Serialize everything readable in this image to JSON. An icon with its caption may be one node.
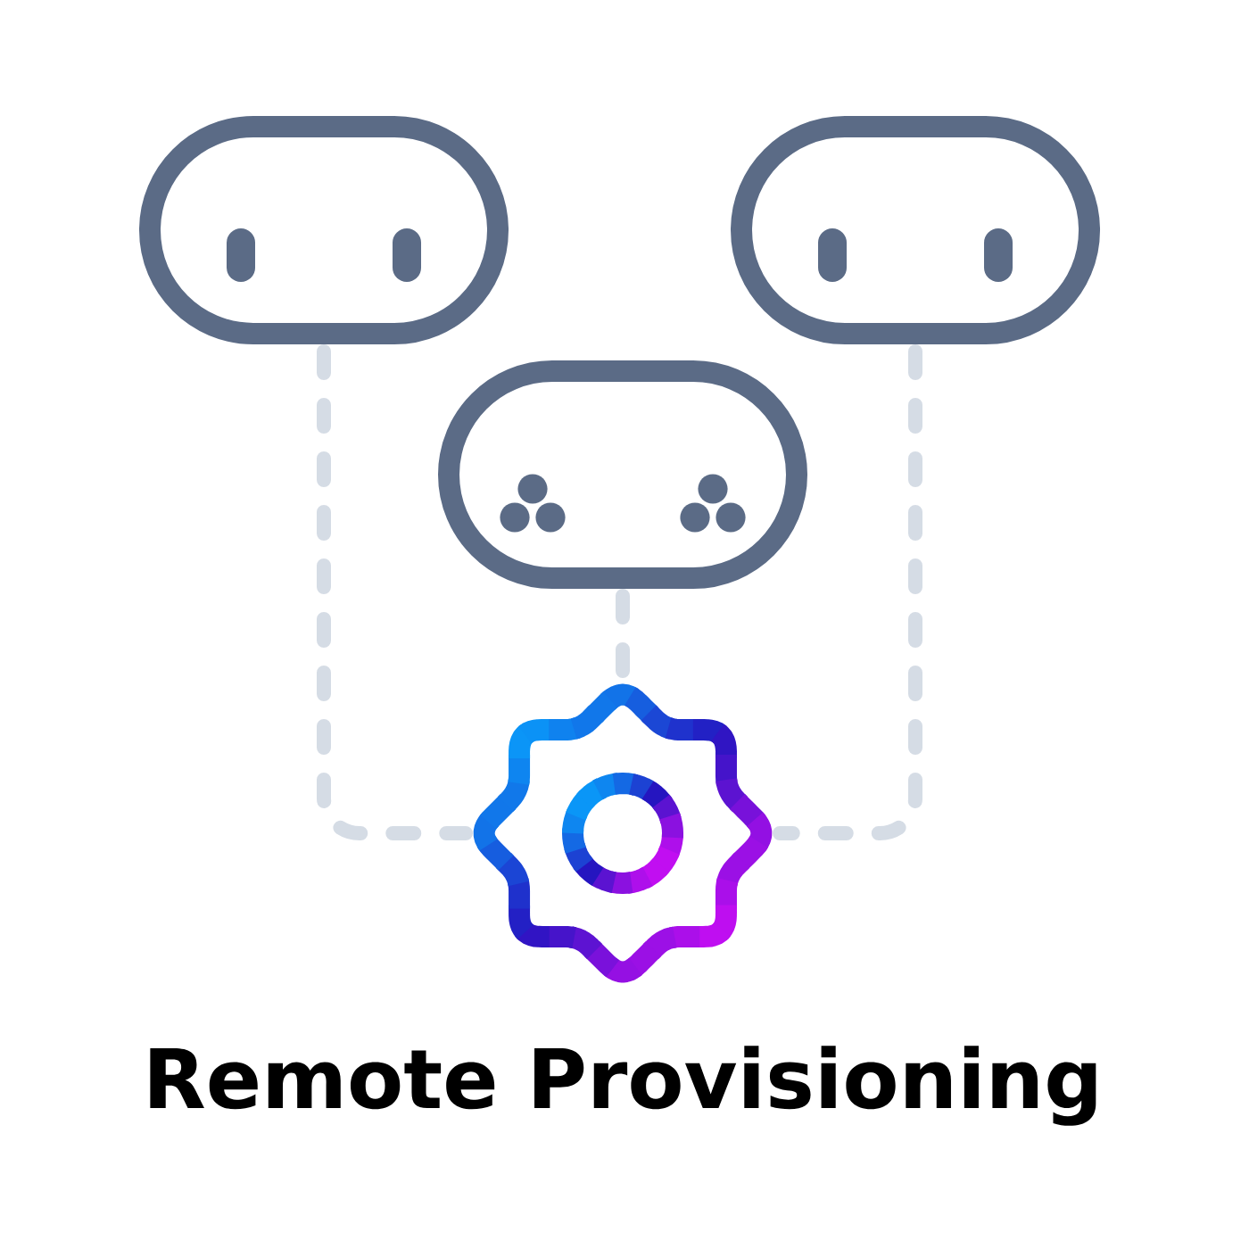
{
  "diagram": {
    "title": "Remote Provisioning",
    "nodes": [
      {
        "text": [],
        "shape": "picture"
      },
      {
        "text": [],
        "shape": "picture"
      },
      {
        "text": [],
        "shape": "picture"
      },
      {
        "text": [],
        "shape": "picture"
      }
    ],
    "edges": [
      {
        "from": 0,
        "to": 3,
        "arrow": "none",
        "style": "dashed"
      },
      {
        "from": 2,
        "to": 3,
        "arrow": "none",
        "style": "dashed"
      },
      {
        "from": 1,
        "to": 3,
        "arrow": "none",
        "style": "dashed"
      }
    ]
  }
}
